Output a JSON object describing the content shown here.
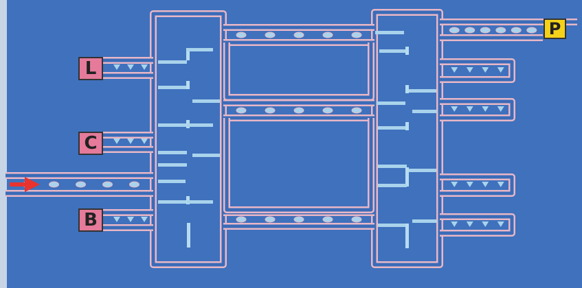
{
  "labels": {
    "l": "L",
    "c": "C",
    "b": "B",
    "p": "P"
  },
  "colors": {
    "background": "#3f71bd",
    "tube_outline": "#e9b7c6",
    "tube_inner": "#3a6cb8",
    "border_band": "#c7d4e6",
    "horizontal_element": "#a9d3ec",
    "vertical_element": "#b7dcf0",
    "input_arrow": "#e8332f",
    "label_pink": "#e57a9a",
    "label_yellow": "#f4d21a"
  },
  "icons": {
    "input_arrow": "arrow-right-icon"
  }
}
